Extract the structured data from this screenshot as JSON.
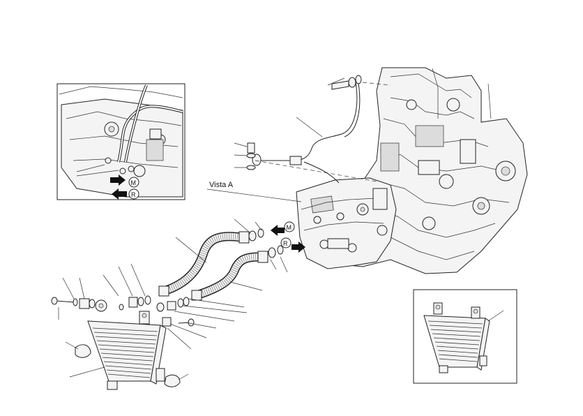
{
  "diagram": {
    "view_label": "Vista A",
    "direction_labels": {
      "flow_out": "M",
      "flow_return": "R"
    },
    "inset_top_left": {
      "label_m": "M",
      "label_r": "R"
    }
  }
}
